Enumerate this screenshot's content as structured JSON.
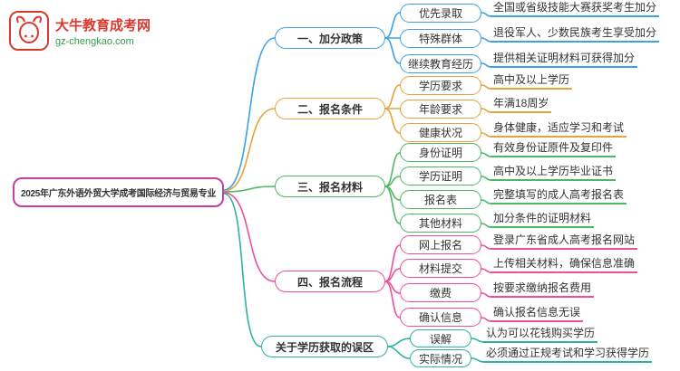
{
  "brand": {
    "name": "大牛教育成考网",
    "url": "gz-chengkao.com"
  },
  "root": {
    "title": "2025年广东外语外贸大学成考国际经济与贸易专业",
    "color": "#c4419f"
  },
  "branches": [
    {
      "label": "一、加分政策",
      "color": "#3ea1e6",
      "children": [
        {
          "label": "优先录取",
          "desc": "全国或省级技能大赛获奖考生加分"
        },
        {
          "label": "特殊群体",
          "desc": "退役军人、少数民族考生享受加分"
        },
        {
          "label": "继续教育经历",
          "desc": "提供相关证明材料可获得加分"
        }
      ]
    },
    {
      "label": "二、报名条件",
      "color": "#e5a33d",
      "children": [
        {
          "label": "学历要求",
          "desc": "高中及以上学历"
        },
        {
          "label": "年龄要求",
          "desc": "年满18周岁"
        },
        {
          "label": "健康状况",
          "desc": "身体健康，适应学习和考试"
        }
      ]
    },
    {
      "label": "三、报名材料",
      "color": "#4eb763",
      "children": [
        {
          "label": "身份证明",
          "desc": "有效身份证原件及复印件"
        },
        {
          "label": "学历证明",
          "desc": "高中及以上学历毕业证书"
        },
        {
          "label": "报名表",
          "desc": "完整填写的成人高考报名表"
        },
        {
          "label": "其他材料",
          "desc": "加分条件的证明材料"
        }
      ]
    },
    {
      "label": "四、报名流程",
      "color": "#ee4f9b",
      "children": [
        {
          "label": "网上报名",
          "desc": "登录广东省成人高考报名网站"
        },
        {
          "label": "材料提交",
          "desc": "上传相关材料，确保信息准确"
        },
        {
          "label": "缴费",
          "desc": "按要求缴纳报名费用"
        },
        {
          "label": "确认信息",
          "desc": "确认报名信息无误"
        }
      ]
    },
    {
      "label": "关于学历获取的误区",
      "color": "#2eb39f",
      "children": [
        {
          "label": "误解",
          "desc": "认为可以花钱购买学历"
        },
        {
          "label": "实际情况",
          "desc": "必须通过正规考试和学习获得学历"
        }
      ]
    }
  ]
}
